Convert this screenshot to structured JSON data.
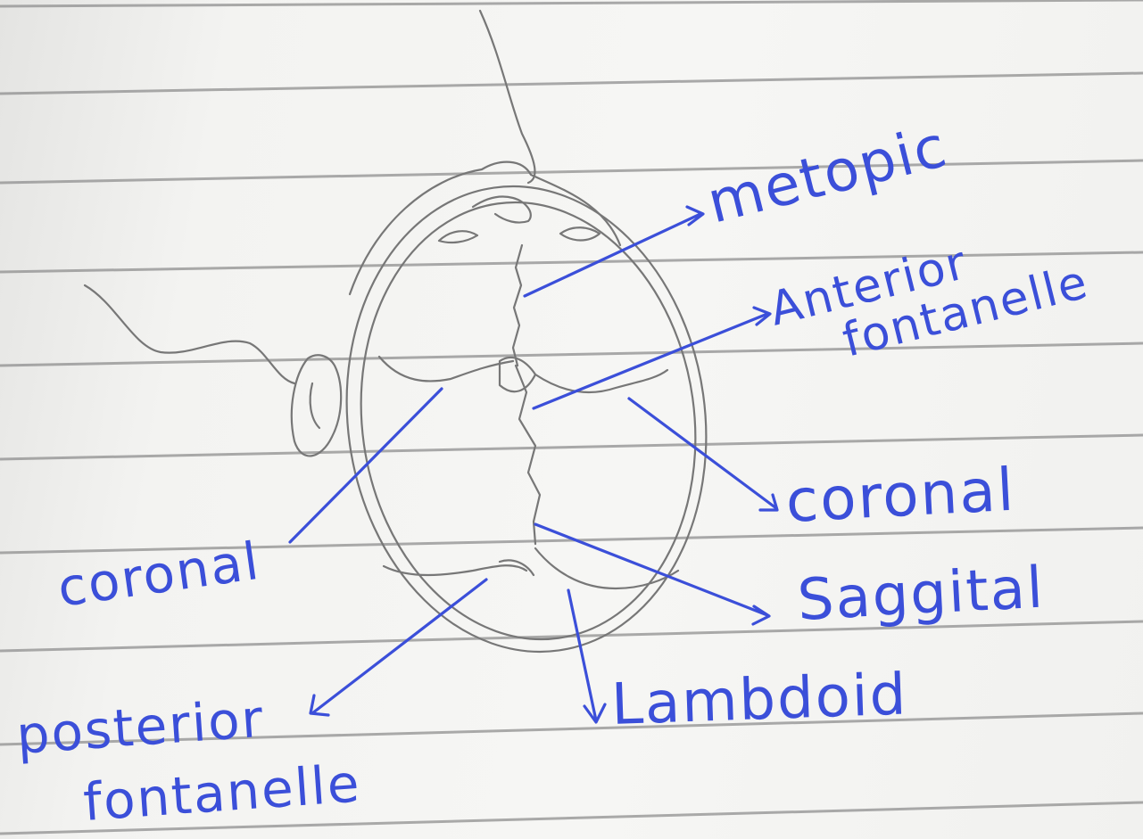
{
  "diagram": {
    "labels": {
      "metopic": "metopic",
      "anterior_line1": "Anterior",
      "anterior_line2": "fontanelle",
      "coronal_right": "coronal",
      "saggital": "Saggital",
      "lambdoid": "Lambdoid",
      "coronal_left": "coronal",
      "posterior_line1": "posterior",
      "posterior_line2": "fontanelle"
    },
    "colors": {
      "ink": "#3b4fd9",
      "pencil": "#7b7b7b",
      "rule": "#8e8e8e",
      "paper": "#f4f4f2"
    }
  }
}
